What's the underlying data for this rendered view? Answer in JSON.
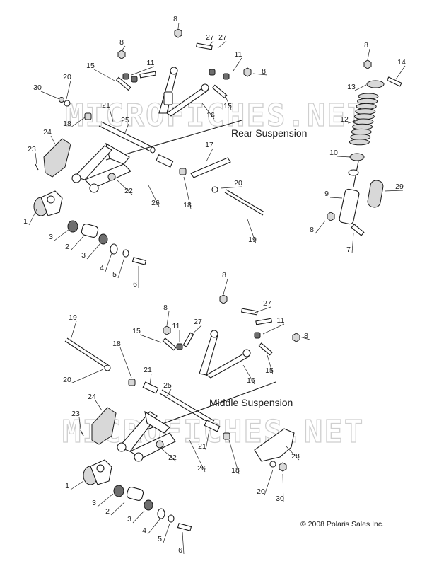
{
  "watermark": "MICROFICHES.NET",
  "sections": {
    "rear": "Rear Suspension",
    "middle": "Middle Suspension"
  },
  "copyright": "© 2008 Polaris Sales Inc.",
  "callouts": {
    "rear": [
      "8",
      "8",
      "27",
      "27",
      "11",
      "11",
      "15",
      "20",
      "30",
      "21",
      "18",
      "24",
      "23",
      "25",
      "26",
      "22",
      "1",
      "3",
      "2",
      "3",
      "4",
      "5",
      "6",
      "16",
      "15",
      "8",
      "17",
      "20",
      "18",
      "19",
      "8",
      "14",
      "13",
      "12",
      "10",
      "9",
      "29",
      "8",
      "7"
    ],
    "middle": [
      "8",
      "8",
      "27",
      "27",
      "11",
      "11",
      "15",
      "19",
      "20",
      "18",
      "21",
      "25",
      "24",
      "23",
      "1",
      "3",
      "2",
      "3",
      "4",
      "5",
      "6",
      "22",
      "26",
      "21",
      "18",
      "16",
      "15",
      "8",
      "28",
      "20",
      "30"
    ]
  }
}
